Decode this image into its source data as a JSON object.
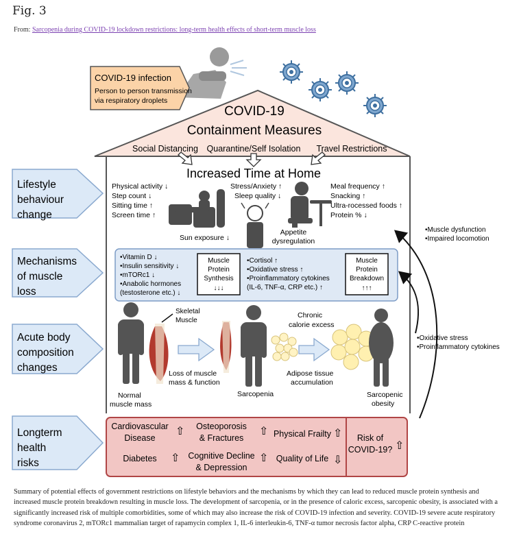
{
  "figure": {
    "title": "Fig. 3",
    "from_label": "From:",
    "from_link": "Sarcopenia during COVID-19 lockdown restrictions: long-term health effects of short-term muscle loss",
    "caption": "Summary of potential effects of government restrictions on lifestyle behaviors and the mechanisms by which they can lead to reduced muscle protein synthesis and increased muscle protein breakdown resulting in muscle loss. The development of sarcopenia, or in the presence of caloric excess, sarcopenic obesity, is associated with a significantly increased risk of multiple comorbidities, some of which may also increase the risk of COVID-19 infection and severity. COVID-19 severe acute respiratory syndrome coronavirus 2, mTORc1 mammalian target of rapamycin complex 1, IL-6 interleukin-6, TNF-α tumor necrosis factor alpha, CRP C-reactive protein"
  },
  "infection_box": {
    "title": "COVID-19 infection",
    "line1": "Person to person transmission",
    "line2": "via respiratory droplets"
  },
  "roof": {
    "title1": "COVID-19",
    "title2": "Containment Measures",
    "measures": [
      "Social Distancing",
      "Quarantine/Self Isolation",
      "Travel Restrictions"
    ]
  },
  "rows": {
    "lifestyle": [
      "Lifestyle",
      "behaviour",
      "change"
    ],
    "mechanisms": [
      "Mechanisms",
      "of muscle",
      "loss"
    ],
    "acute": [
      "Acute body",
      "composition",
      "changes"
    ],
    "longterm": [
      "Longterm",
      "health",
      "risks"
    ]
  },
  "lifestyle": {
    "heading": "Increased Time at Home",
    "left_list": [
      "Physical activity ↓",
      "Step count ↓",
      "Sitting time ↑",
      "Screen time ↑"
    ],
    "sun": "Sun exposure ↓",
    "middle_list": [
      "Stress/Anxiety ↑",
      "Sleep quality ↓"
    ],
    "appetite": [
      "Appetite",
      "dysregulation"
    ],
    "right_list": [
      "Meal frequency ↑",
      "Snacking ↑",
      "Ultra-rocessed foods ↑",
      "Protein % ↓"
    ]
  },
  "mechanisms": {
    "left_list": [
      "•Vitamin D ↓",
      "•Insulin sensitivity ↓",
      "•mTORc1 ↓",
      "•Anabolic hormones",
      " (testosterone etc.) ↓"
    ],
    "synthesis_box": [
      "Muscle",
      "Protein",
      "Synthesis",
      "↓↓↓"
    ],
    "right_list": [
      "•Cortisol ↑",
      "•Oxidative stress ↑",
      "•Proinflammatory cytokines",
      " (IL-6, TNF-α, CRP etc.) ↑"
    ],
    "breakdown_box": [
      "Muscle",
      "Protein",
      "Breakdown",
      "↑↑↑"
    ]
  },
  "side_notes": {
    "upper": [
      "•Muscle dysfunction",
      "•Impaired locomotion"
    ],
    "lower": [
      "•Oxidative stress",
      "•Proinflammatory cytokines"
    ]
  },
  "acute": {
    "skeletal": [
      "Skeletal",
      "Muscle"
    ],
    "normal": [
      "Normal",
      "muscle mass"
    ],
    "loss": [
      "Loss of muscle",
      "mass & function"
    ],
    "sarcopenia": "Sarcopenia",
    "calorie": [
      "Chronic",
      "calorie excess"
    ],
    "adipose": [
      "Adipose tissue",
      "accumulation"
    ],
    "obesity": [
      "Sarcopenic",
      "obesity"
    ]
  },
  "risks": {
    "items": [
      {
        "line1": "Cardiovascular",
        "line2": "Disease",
        "arrow": "⇧"
      },
      {
        "line1": "Osteoporosis",
        "line2": "& Fractures",
        "arrow": "⇧"
      },
      {
        "line1": "Physical Frailty",
        "line2": "",
        "arrow": "⇧"
      },
      {
        "line1": "Diabetes",
        "line2": "",
        "arrow": "⇧"
      },
      {
        "line1": "Cognitive Decline",
        "line2": "& Depression",
        "arrow": "⇧"
      },
      {
        "line1": "Quality of Life",
        "line2": "",
        "arrow": "⇩"
      }
    ],
    "covid": [
      "Risk of",
      "COVID-19?"
    ],
    "covid_arrow": "⇧"
  },
  "colors": {
    "arrow_blue": "#dce9f7",
    "arrow_stroke": "#8aa9cf",
    "mech_bg": "#dfe9f5",
    "mech_stroke": "#7d9cc6",
    "risk_bg": "#f2c6c4",
    "risk_stroke": "#b04545",
    "infection_bg": "#fbd3a8",
    "virus": "#3e6f9f",
    "figure_gray": "#545454",
    "muscle_red": "#b23a2e"
  }
}
